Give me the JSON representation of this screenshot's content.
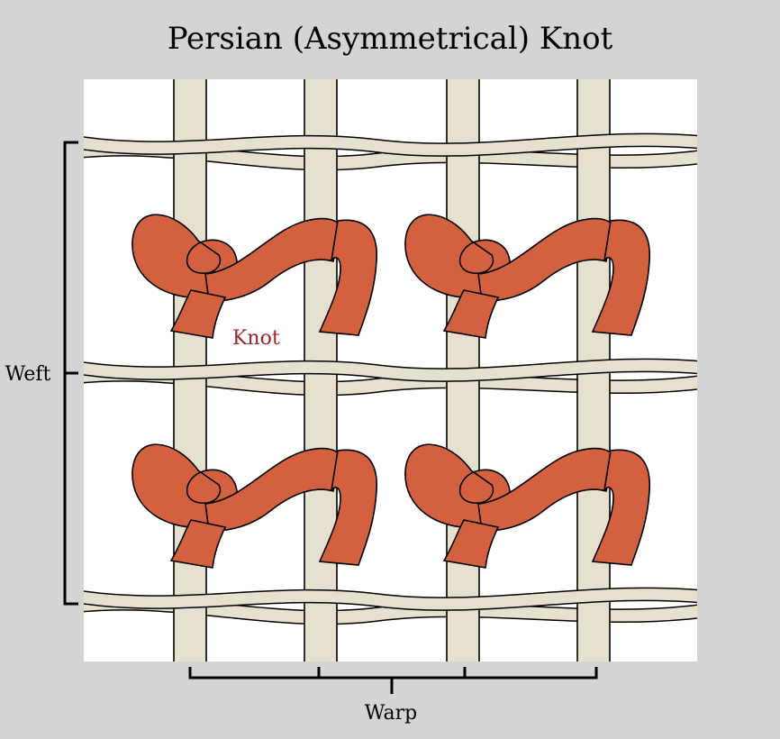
{
  "title": "Persian (Asymmetrical) Knot",
  "labels": {
    "knot": "Knot",
    "weft": "Weft",
    "warp": "Warp"
  },
  "colors": {
    "background": "#d4d4d4",
    "panel": "#ffffff",
    "strand": "#e6e1cf",
    "knot": "#d3613f",
    "knot_label": "#9b2626",
    "outline": "#000000"
  }
}
